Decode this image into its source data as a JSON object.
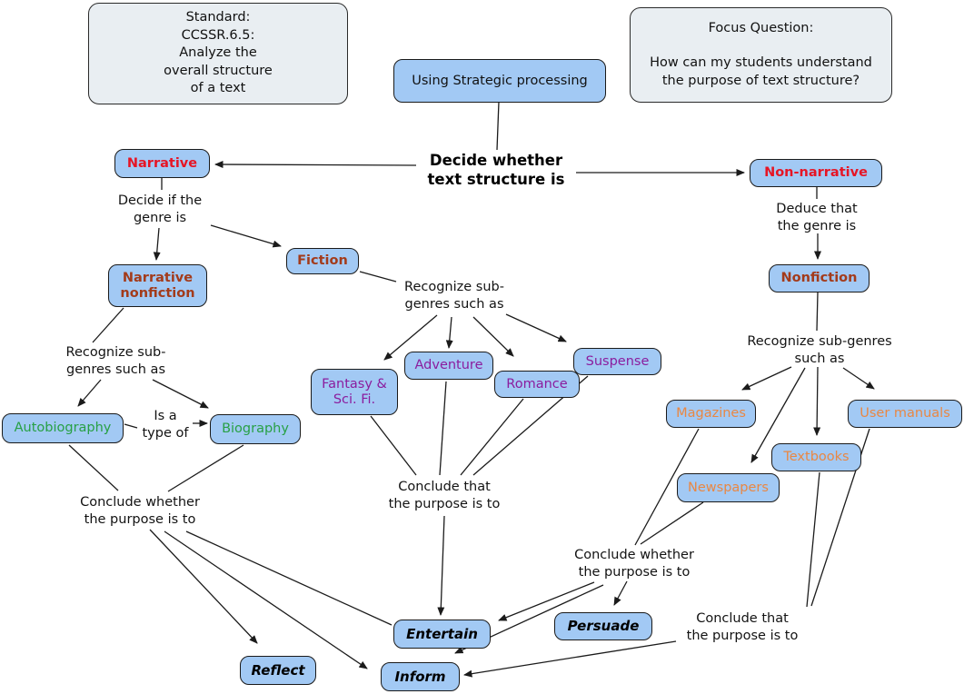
{
  "info_boxes": {
    "standard": {
      "line1": "Standard:",
      "line2": "CCSSR.6.5:",
      "line3": "Analyze the",
      "line4": "overall structure",
      "line5": "of a text"
    },
    "focus": {
      "title": "Focus Question:",
      "line1": "How can my students understand",
      "line2": "the purpose of text structure?"
    }
  },
  "nodes": {
    "using_strategic": {
      "label": "Using Strategic processing"
    },
    "narrative": {
      "label": "Narrative"
    },
    "non_narrative": {
      "label": "Non-narrative"
    },
    "narrative_nonfiction": {
      "line1": "Narrative",
      "line2": "nonfiction"
    },
    "fiction": {
      "label": "Fiction"
    },
    "nonfiction": {
      "label": "Nonfiction"
    },
    "fantasy_scifi": {
      "line1": "Fantasy &",
      "line2": "Sci. Fi."
    },
    "adventure": {
      "label": "Adventure"
    },
    "romance": {
      "label": "Romance"
    },
    "suspense": {
      "label": "Suspense"
    },
    "autobiography": {
      "label": "Autobiography"
    },
    "biography": {
      "label": "Biography"
    },
    "magazines": {
      "label": "Magazines"
    },
    "user_manuals": {
      "label": "User manuals"
    },
    "textbooks": {
      "label": "Textbooks"
    },
    "newspapers": {
      "label": "Newspapers"
    },
    "entertain": {
      "label": "Entertain"
    },
    "persuade": {
      "label": "Persuade"
    },
    "reflect": {
      "label": "Reflect"
    },
    "inform": {
      "label": "Inform"
    }
  },
  "link_labels": {
    "decide_whether": {
      "line1": "Decide whether",
      "line2": "text structure is"
    },
    "decide_if": {
      "line1": "Decide if the",
      "line2": "genre is"
    },
    "deduce_that": {
      "line1": "Deduce that",
      "line2": "the genre is"
    },
    "recognize_left": {
      "line1": "Recognize sub-",
      "line2": "genres such as"
    },
    "recognize_center": {
      "line1": "Recognize sub-",
      "line2": "genres such as"
    },
    "recognize_right": {
      "line1": "Recognize sub-genres",
      "line2": "such as"
    },
    "is_a_type": {
      "line1": "Is a",
      "line2": "type of"
    },
    "conclude_whether_left": {
      "line1": "Conclude whether",
      "line2": "the purpose is to"
    },
    "conclude_that_center": {
      "line1": "Conclude that",
      "line2": "the purpose is to"
    },
    "conclude_whether_right": {
      "line1": "Conclude whether",
      "line2": "the purpose is to"
    },
    "conclude_that_right": {
      "line1": "Conclude that",
      "line2": "the purpose is to"
    }
  },
  "colors": {
    "node_fill": "#a2c9f4",
    "info_fill": "#e9eef2",
    "narrative_red": "#e61525",
    "genre_brown": "#a33b1b",
    "subgenre_purple": "#8b1d9e",
    "bio_green": "#28a045",
    "nonfiction_orange": "#e98743",
    "line": "#1b1b1b"
  }
}
